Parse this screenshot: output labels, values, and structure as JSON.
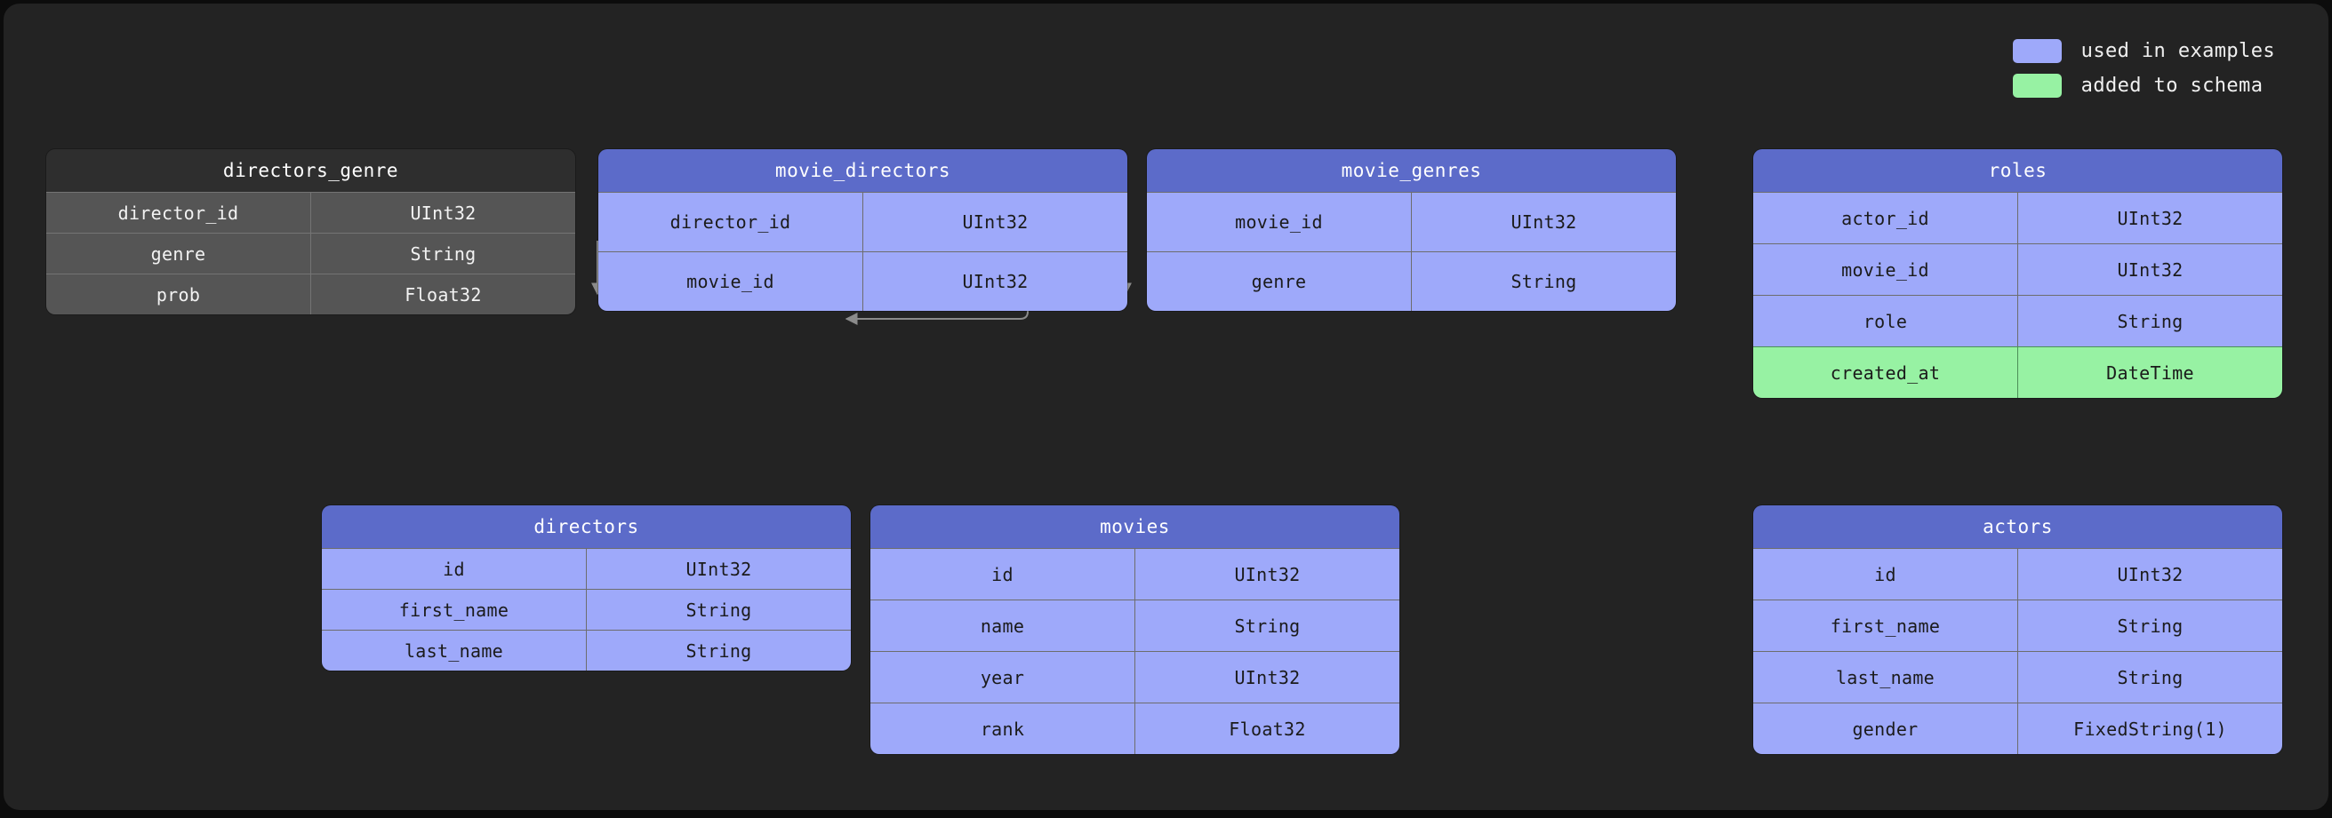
{
  "legend": {
    "items": [
      {
        "label": "used in examples",
        "color": "#9ea9fa",
        "swatch_name": "legend-swatch-used"
      },
      {
        "label": "added to schema",
        "color": "#97f2a3",
        "swatch_name": "legend-swatch-added"
      }
    ]
  },
  "colors": {
    "canvas_background": "#232323",
    "page_background": "#0c0c0c",
    "used_header": "#5c6bc9",
    "used_body": "#9ea9fa",
    "added_body": "#97f2a3",
    "unused_header": "#2e2e2e",
    "unused_body": "#555555",
    "edge_stroke": "#8b8b8b",
    "cell_border": "#6d6d6d"
  },
  "tables": [
    {
      "id": "directors_genre",
      "title": "directors_genre",
      "state": "unused",
      "columns": [
        {
          "name": "director_id",
          "type": "UInt32",
          "state": "unused"
        },
        {
          "name": "genre",
          "type": "String",
          "state": "unused"
        },
        {
          "name": "prob",
          "type": "Float32",
          "state": "unused"
        }
      ]
    },
    {
      "id": "movie_directors",
      "title": "movie_directors",
      "state": "used",
      "columns": [
        {
          "name": "director_id",
          "type": "UInt32",
          "state": "used"
        },
        {
          "name": "movie_id",
          "type": "UInt32",
          "state": "used"
        }
      ]
    },
    {
      "id": "movie_genres",
      "title": "movie_genres",
      "state": "used",
      "columns": [
        {
          "name": "movie_id",
          "type": "UInt32",
          "state": "used"
        },
        {
          "name": "genre",
          "type": "String",
          "state": "used"
        }
      ]
    },
    {
      "id": "roles",
      "title": "roles",
      "state": "used",
      "columns": [
        {
          "name": "actor_id",
          "type": "UInt32",
          "state": "used"
        },
        {
          "name": "movie_id",
          "type": "UInt32",
          "state": "used"
        },
        {
          "name": "role",
          "type": "String",
          "state": "used"
        },
        {
          "name": "created_at",
          "type": "DateTime",
          "state": "added"
        }
      ]
    },
    {
      "id": "directors",
      "title": "directors",
      "state": "used",
      "columns": [
        {
          "name": "id",
          "type": "UInt32",
          "state": "used"
        },
        {
          "name": "first_name",
          "type": "String",
          "state": "used"
        },
        {
          "name": "last_name",
          "type": "String",
          "state": "used"
        }
      ]
    },
    {
      "id": "movies",
      "title": "movies",
      "state": "used",
      "columns": [
        {
          "name": "id",
          "type": "UInt32",
          "state": "used"
        },
        {
          "name": "name",
          "type": "String",
          "state": "used"
        },
        {
          "name": "year",
          "type": "UInt32",
          "state": "used"
        },
        {
          "name": "rank",
          "type": "Float32",
          "state": "used"
        }
      ]
    },
    {
      "id": "actors",
      "title": "actors",
      "state": "used",
      "columns": [
        {
          "name": "id",
          "type": "UInt32",
          "state": "used"
        },
        {
          "name": "first_name",
          "type": "String",
          "state": "used"
        },
        {
          "name": "last_name",
          "type": "String",
          "state": "used"
        },
        {
          "name": "gender",
          "type": "FixedString(1)",
          "state": "used"
        }
      ]
    }
  ],
  "relationships": [
    {
      "from": "directors_genre",
      "to": "directors"
    },
    {
      "from": "movie_directors",
      "to": "directors"
    },
    {
      "from": "movie_directors",
      "to": "movies"
    },
    {
      "from": "movie_genres",
      "to": "movies"
    },
    {
      "from": "roles",
      "to": "movies"
    },
    {
      "from": "roles",
      "to": "actors"
    }
  ]
}
